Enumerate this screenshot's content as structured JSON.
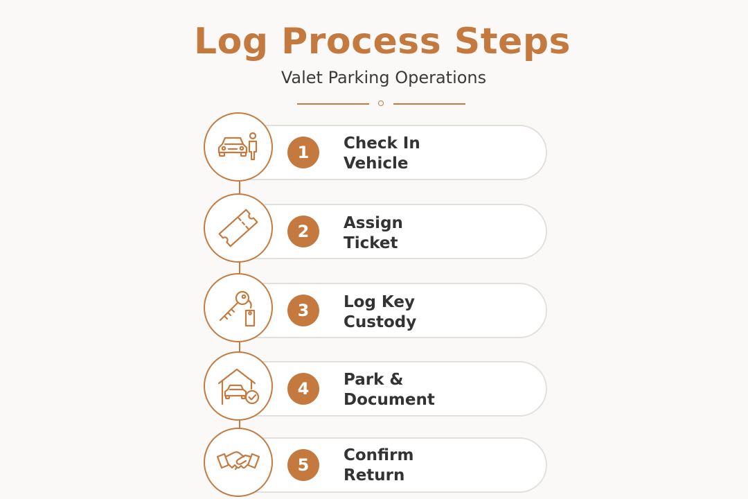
{
  "header": {
    "title": "Log Process Steps",
    "subtitle": "Valet Parking Operations"
  },
  "colors": {
    "accent": "#c47a3e",
    "text": "#333333",
    "pill_border": "#e2e0dd",
    "background": "#faf9f7"
  },
  "steps": [
    {
      "number": "1",
      "line1": "Check In",
      "line2": "Vehicle",
      "icon": "car-valet-icon"
    },
    {
      "number": "2",
      "line1": "Assign",
      "line2": "Ticket",
      "icon": "ticket-icon"
    },
    {
      "number": "3",
      "line1": "Log Key",
      "line2": "Custody",
      "icon": "key-tag-icon"
    },
    {
      "number": "4",
      "line1": "Park &",
      "line2": "Document",
      "icon": "garage-check-icon"
    },
    {
      "number": "5",
      "line1": "Confirm",
      "line2": "Return",
      "icon": "handshake-icon"
    }
  ]
}
